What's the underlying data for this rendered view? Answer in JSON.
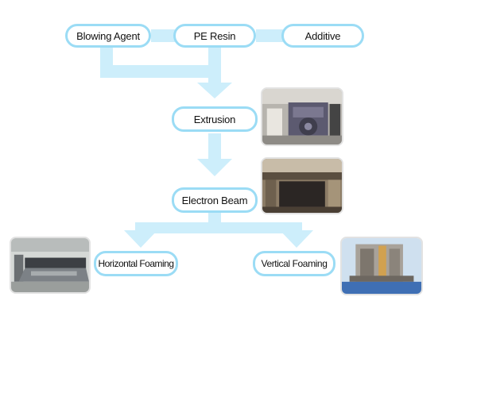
{
  "nodes": {
    "blowing_agent": "Blowing Agent",
    "pe_resin": "PE Resin",
    "additive": "Additive",
    "extrusion": "Extrusion",
    "electron_beam": "Electron Beam",
    "horizontal_foaming": "Horizontal Foaming",
    "vertical_foaming": "Vertical Foaming"
  },
  "colors": {
    "connector": "#cdeefb",
    "node_border": "#9bdcf5",
    "photo_border": "#e2e2e2"
  },
  "icons": {
    "extrusion_photo": "extrusion-machine-photo",
    "electron_beam_photo": "electron-beam-machine-photo",
    "horizontal_foaming_photo": "horizontal-foaming-line-photo",
    "vertical_foaming_photo": "vertical-foaming-tower-photo"
  }
}
